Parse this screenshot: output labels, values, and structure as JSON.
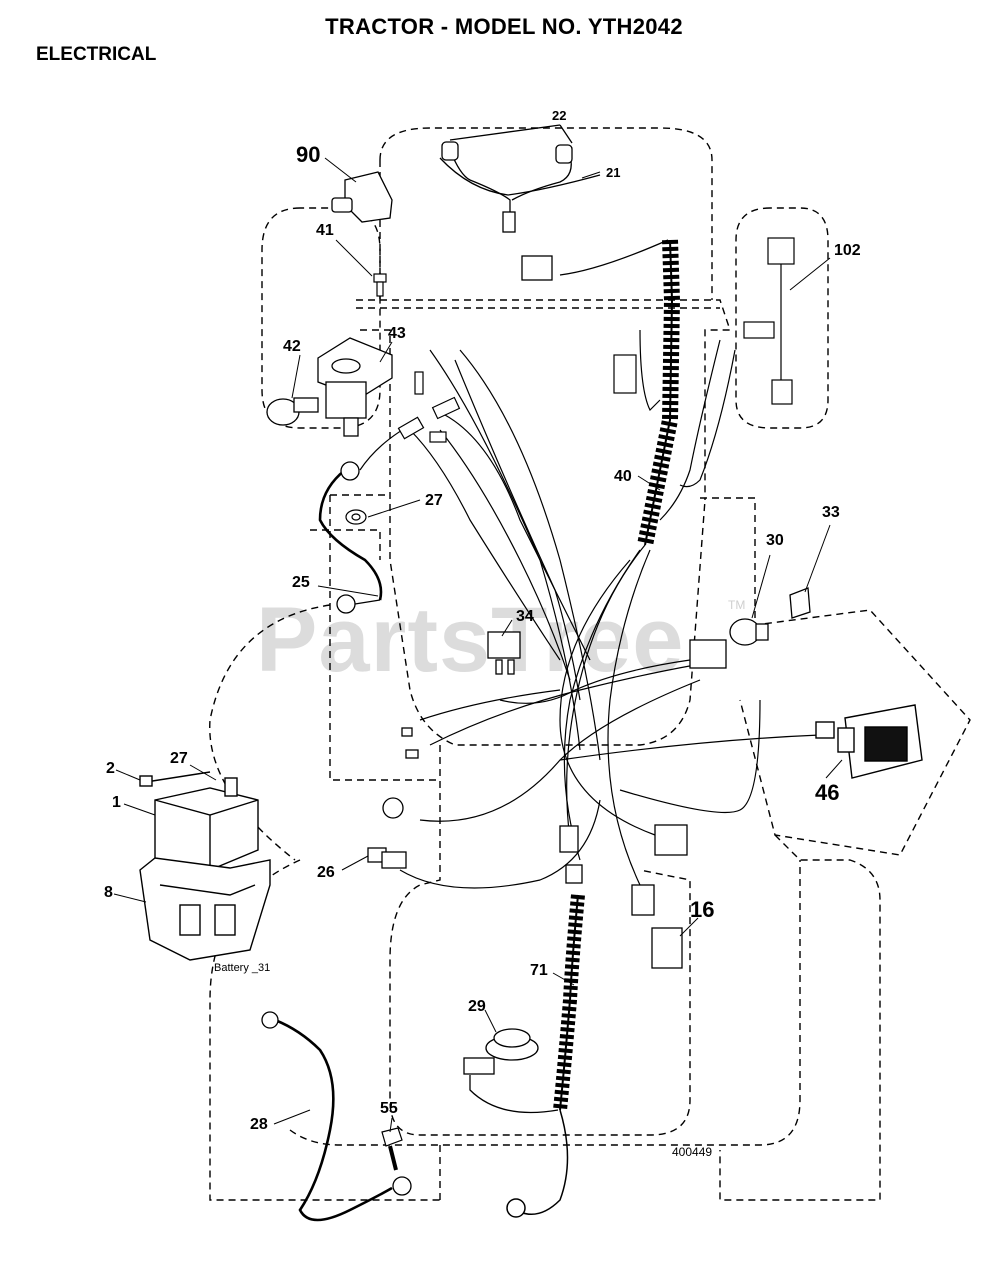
{
  "title": "TRACTOR - MODEL NO. YTH2042",
  "section": "ELECTRICAL",
  "watermark": "PartsTree",
  "watermark_tm": "TM",
  "drawing_number": "400449",
  "battery_note": "Battery _31",
  "callouts": {
    "c90": "90",
    "c41": "41",
    "c43": "43",
    "c42": "42",
    "c27a": "27",
    "c25": "25",
    "c22": "22",
    "c21": "21",
    "c102": "102",
    "c40": "40",
    "c33": "33",
    "c30": "30",
    "c34": "34",
    "c46": "46",
    "c2": "2",
    "c27b": "27",
    "c1": "1",
    "c8": "8",
    "c26": "26",
    "c16": "16",
    "c71": "71",
    "c29": "29",
    "c28": "28",
    "c55": "55"
  }
}
